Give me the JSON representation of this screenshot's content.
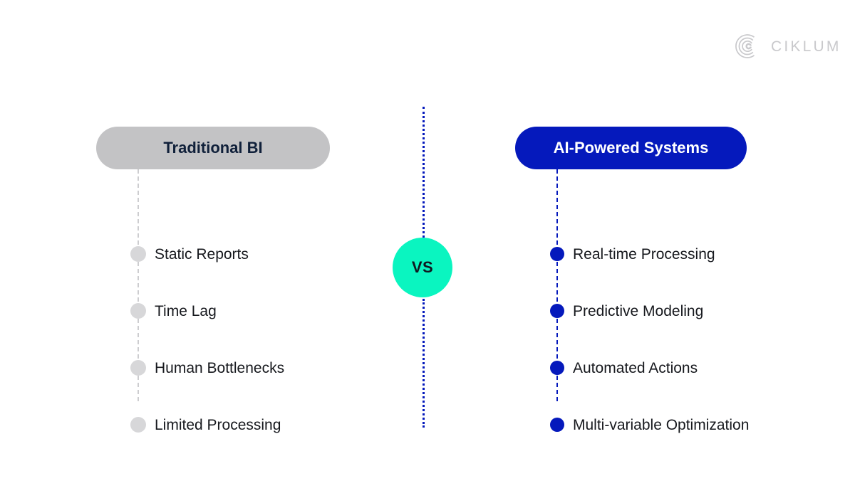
{
  "brand": {
    "name": "CIKLUM",
    "mark": "ciklum-c-arcs-logo",
    "color": "#c9c9cc"
  },
  "center": {
    "vs_label": "VS",
    "vs_color": "#0AF5C0",
    "divider_color": "#0519BC"
  },
  "columns": [
    {
      "id": "traditional-bi",
      "title": "Traditional BI",
      "pill_color": "#C3C3C5",
      "title_color": "#10203a",
      "bullet_color": "#d7d7d9",
      "track_color": "#cdcdd0",
      "items": [
        {
          "label": "Static Reports"
        },
        {
          "label": "Time Lag"
        },
        {
          "label": "Human Bottlenecks"
        },
        {
          "label": "Limited Processing"
        }
      ]
    },
    {
      "id": "ai-powered-systems",
      "title": "AI-Powered Systems",
      "pill_color": "#0519BC",
      "title_color": "#ffffff",
      "bullet_color": "#0519BC",
      "track_color": "#0519BC",
      "items": [
        {
          "label": "Real-time Processing"
        },
        {
          "label": "Predictive Modeling"
        },
        {
          "label": "Automated Actions"
        },
        {
          "label": "Multi-variable Optimization"
        }
      ]
    }
  ]
}
